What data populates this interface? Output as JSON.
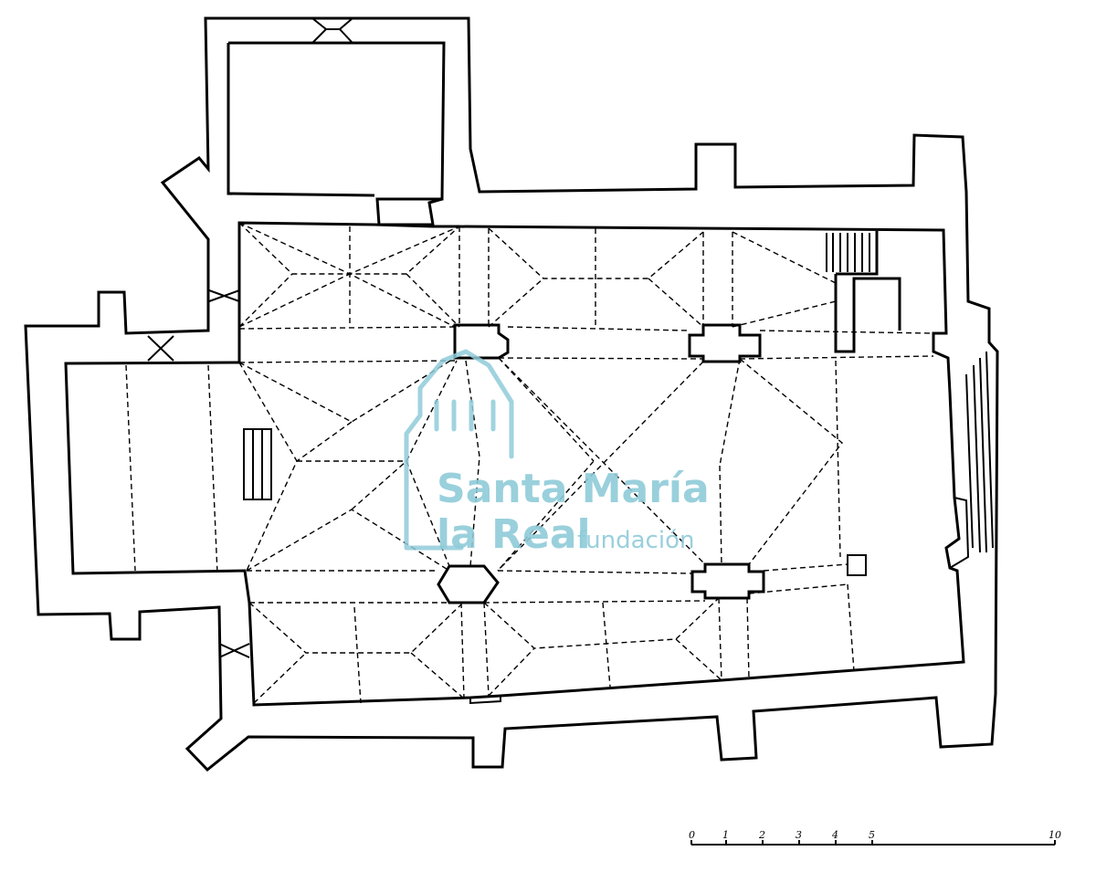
{
  "watermark": {
    "line1": "Santa María",
    "line2": "la Real",
    "line3": "fundación",
    "color": "#8fcbd9"
  },
  "scale_bar": {
    "tick_labels": [
      "0",
      "1",
      "2",
      "3",
      "4",
      "5",
      "10"
    ]
  }
}
